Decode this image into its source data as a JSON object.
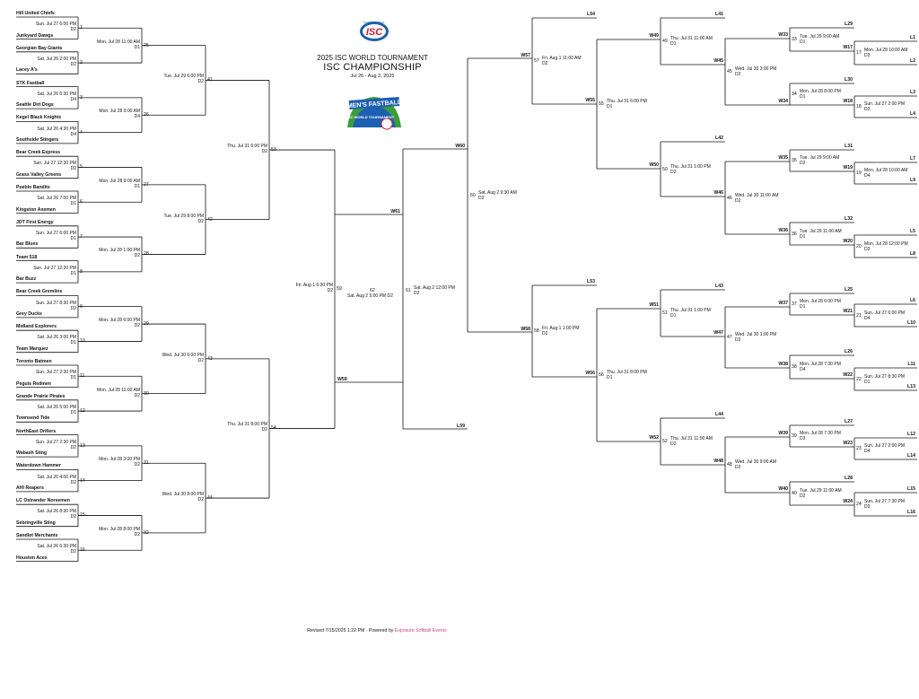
{
  "header": {
    "subtitle": "2025 ISC WORLD TOURNAMENT",
    "title": "ISC CHAMPIONSHIP",
    "dates": "Jul 26 - Aug 2, 2025"
  },
  "logos": {
    "top_text_1": "INTERNATIONAL",
    "top_text_2": "ISC",
    "main_text_1": "MEN'S FASTBALL",
    "main_text_2": "ISC WORLD TOURNAMENT"
  },
  "footer": {
    "revised": "Revised 7/15/2025 1:22 PM",
    "separator": " · Powered by ",
    "powered": "Exposure Softball Events"
  },
  "colors": {
    "line": "#111111",
    "accent": "#d0457e",
    "logo_red": "#cc2030",
    "logo_blue": "#1d5fb0",
    "logo_green": "#3a9d3a"
  },
  "teams": [
    "Hill United Chiefs",
    "Junkyard Dawgs",
    "Georgian Bay Giants",
    "Lacey A's",
    "STK Fastball",
    "Seattle Dirt Dogs",
    "Kegel Black Knights",
    "Southside Stingers",
    "Bear Creek Express",
    "Grass Valley Greens",
    "Pueblo Bandits",
    "Kingston Axemen",
    "JDT First Energy",
    "Bar Blues",
    "Team 518",
    "Bar Buzz",
    "Bear Creek Gremlins",
    "Grey Ducks",
    "Midland Explorers",
    "Team Marquez",
    "Toronto Batmen",
    "Peguis Redmen",
    "Grande Prairie Pirates",
    "Townsend Tide",
    "NorthEast Drillers",
    "Wabash Sting",
    "Waterdown Hammer",
    "AHI Reapers",
    "LC Ostrander Norsemen",
    "Sebringville Sting",
    "Sandlot Merchants",
    "Houston Aces"
  ],
  "r1": [
    {
      "num": "1",
      "time": "Sun. Jul 27 6:00 PM",
      "diamond": "D2"
    },
    {
      "num": "2",
      "time": "Sat. Jul 26 2:00 PM",
      "diamond": "D2"
    },
    {
      "num": "3",
      "time": "Sat. Jul 26 6:30 PM",
      "diamond": "D4"
    },
    {
      "num": "4",
      "time": "Sat. Jul 26 4:30 PM",
      "diamond": "D4"
    },
    {
      "num": "5",
      "time": "Sun. Jul 27 12:30 PM",
      "diamond": "D2"
    },
    {
      "num": "6",
      "time": "Sat. Jul 26 7:00 PM",
      "diamond": "D1"
    },
    {
      "num": "7",
      "time": "Sun. Jul 27 6:00 PM",
      "diamond": "D1"
    },
    {
      "num": "8",
      "time": "Sun. Jul 27 12:30 PM",
      "diamond": "D1"
    },
    {
      "num": "9",
      "time": "Sun. Jul 27 8:30 PM",
      "diamond": "D2"
    },
    {
      "num": "10",
      "time": "Sat. Jul 26 3:00 PM",
      "diamond": "D1"
    },
    {
      "num": "11",
      "time": "Sun. Jul 27 2:30 PM",
      "diamond": "D1"
    },
    {
      "num": "12",
      "time": "Sat. Jul 26 5:00 PM",
      "diamond": "D1"
    },
    {
      "num": "13",
      "time": "Sun. Jul 27 2:30 PM",
      "diamond": "D2"
    },
    {
      "num": "14",
      "time": "Sat. Jul 26 4:00 PM",
      "diamond": "D2"
    },
    {
      "num": "15",
      "time": "Sat. Jul 26 8:30 PM",
      "diamond": "D2"
    },
    {
      "num": "16",
      "time": "Sat. Jul 26 6:30 PM",
      "diamond": "D2"
    }
  ],
  "r2": [
    {
      "num": "25",
      "time": "Mon. Jul 28 11:00 AM",
      "diamond": "D1"
    },
    {
      "num": "26",
      "time": "Mon. Jul 28 9:00 AM",
      "diamond": "D4"
    },
    {
      "num": "27",
      "time": "Mon. Jul 28 9:00 AM",
      "diamond": "D1"
    },
    {
      "num": "28",
      "time": "Mon. Jul 28 1:00 PM",
      "diamond": "D2"
    },
    {
      "num": "29",
      "time": "Mon. Jul 28 6:00 PM",
      "diamond": "D2"
    },
    {
      "num": "30",
      "time": "Mon. Jul 28 11:00 AM",
      "diamond": "D2"
    },
    {
      "num": "31",
      "time": "Mon. Jul 28 3:00 PM",
      "diamond": "D2"
    },
    {
      "num": "32",
      "time": "Mon. Jul 28 8:00 PM",
      "diamond": "D2"
    }
  ],
  "r3": [
    {
      "num": "41",
      "time": "Tue. Jul 29 6:00 PM",
      "diamond": "D2"
    },
    {
      "num": "42",
      "time": "Tue. Jul 29 8:00 PM",
      "diamond": "D2"
    },
    {
      "num": "43",
      "time": "Wed. Jul 30 6:00 PM",
      "diamond": "D2"
    },
    {
      "num": "44",
      "time": "Wed. Jul 30 8:00 PM",
      "diamond": "D2"
    }
  ],
  "r4": [
    {
      "num": "53",
      "time": "Thu. Jul 31 6:00 PM",
      "diamond": "D2"
    },
    {
      "num": "54",
      "time": "Thu. Jul 31 8:00 PM",
      "diamond": "D2"
    }
  ],
  "r5": {
    "num": "59",
    "time": "Fri. Aug 1 6:30 PM",
    "diamond": "D2"
  },
  "g62": {
    "num": "62",
    "time": "Sat. Aug 2 5:00 PM D2"
  },
  "g61": {
    "num": "61",
    "time": "Sat. Aug 2 12:00 PM",
    "diamond": "D2"
  },
  "g60": {
    "num": "60",
    "time": "Sat. Aug 2 9:30 AM",
    "diamond": "D2"
  },
  "center_labels": {
    "w61": "W61",
    "w59": "W59",
    "w60": "W60",
    "l59": "L59"
  },
  "rb": {
    "g57": {
      "num": "57",
      "time": "Fri. Aug 1 11:00 AM",
      "diamond": "D2",
      "top": "L54",
      "bottom": "W55",
      "out": "W57"
    },
    "g58": {
      "num": "58",
      "time": "Fri. Aug 1 1:00 PM",
      "diamond": "D2",
      "top": "L53",
      "bottom": "W56",
      "out": "W58"
    },
    "g55": {
      "num": "55",
      "time": "Thu. Jul 31 6:00 PM",
      "diamond": "D1",
      "top": "W49",
      "bottom": "W50"
    },
    "g56": {
      "num": "56",
      "time": "Thu. Jul 31 8:00 PM",
      "diamond": "D1",
      "top": "W51",
      "bottom": "W52"
    },
    "g49": {
      "num": "49",
      "time": "Thu. Jul 31 11:00 AM",
      "diamond": "D1",
      "top": "L41",
      "bottom": "W45"
    },
    "g50": {
      "num": "50",
      "time": "Thu. Jul 31 1:00 PM",
      "diamond": "D2",
      "top": "L42",
      "bottom": "W46"
    },
    "g51": {
      "num": "51",
      "time": "Thu. Jul 31 1:00 PM",
      "diamond": "D1",
      "top": "L43",
      "bottom": "W47"
    },
    "g52": {
      "num": "52",
      "time": "Thu. Jul 31 11:00 AM",
      "diamond": "D2",
      "top": "L44",
      "bottom": "W48"
    },
    "g45": {
      "num": "45",
      "time": "Wed. Jul 30 3:00 PM",
      "diamond": "D2",
      "top": "W33",
      "bottom": "W34"
    },
    "g46": {
      "num": "46",
      "time": "Wed. Jul 30 11:00 AM",
      "diamond": "D2",
      "top": "W35",
      "bottom": "W36"
    },
    "g47": {
      "num": "47",
      "time": "Wed. Jul 30 1:00 PM",
      "diamond": "D2",
      "top": "W37",
      "bottom": "W38"
    },
    "g48": {
      "num": "48",
      "time": "Wed. Jul 30 9:00 AM",
      "diamond": "D2",
      "top": "W39",
      "bottom": "W40"
    },
    "g33": {
      "num": "33",
      "time": "Tue. Jul 29 9:00 AM",
      "diamond": "D1",
      "top": "L29",
      "bottom": "W17"
    },
    "g34": {
      "num": "34",
      "time": "Mon. Jul 28 8:00 PM",
      "diamond": "D1",
      "top": "L30",
      "bottom": "W18"
    },
    "g35": {
      "num": "35",
      "time": "Tue. Jul 29 9:00 AM",
      "diamond": "D2",
      "top": "L31",
      "bottom": "W19"
    },
    "g36": {
      "num": "36",
      "time": "Tue. Jul 29 11:00 AM",
      "diamond": "D1",
      "top": "L32",
      "bottom": "W20"
    },
    "g37": {
      "num": "37",
      "time": "Mon. Jul 28 6:00 PM",
      "diamond": "D1",
      "top": "L25",
      "bottom": "W21"
    },
    "g38": {
      "num": "38",
      "time": "Mon. Jul 28 7:30 PM",
      "diamond": "D4",
      "top": "L26",
      "bottom": "W22"
    },
    "g39": {
      "num": "39",
      "time": "Mon. Jul 28 7:30 PM",
      "diamond": "D3",
      "top": "L27",
      "bottom": "W23"
    },
    "g40": {
      "num": "40",
      "time": "Tue. Jul 29 11:00 AM",
      "diamond": "D2",
      "top": "L28",
      "bottom": "W24"
    },
    "g17": {
      "num": "17",
      "time": "Mon. Jul 28 10:00 AM",
      "diamond": "D3",
      "top": "L1",
      "bottom": "L2"
    },
    "g18": {
      "num": "18",
      "time": "Sun. Jul 27 2:00 PM",
      "diamond": "D3",
      "top": "L3",
      "bottom": "L4"
    },
    "g19": {
      "num": "19",
      "time": "Mon. Jul 28 10:00 AM",
      "diamond": "D4",
      "top": "L7",
      "bottom": "L9"
    },
    "g20": {
      "num": "20",
      "time": "Mon. Jul 28 12:00 PM",
      "diamond": "D3",
      "top": "L5",
      "bottom": "L8"
    },
    "g21": {
      "num": "21",
      "time": "Sun. Jul 27 6:00 PM",
      "diamond": "D4",
      "top": "L6",
      "bottom": "L10"
    },
    "g22": {
      "num": "22",
      "time": "Sun. Jul 27 8:30 PM",
      "diamond": "D1",
      "top": "L11",
      "bottom": "L13"
    },
    "g23": {
      "num": "23",
      "time": "Sun. Jul 27 2:00 PM",
      "diamond": "D4",
      "top": "L12",
      "bottom": "L14"
    },
    "g24": {
      "num": "24",
      "time": "Sun. Jul 27 7:30 PM",
      "diamond": "D3",
      "top": "L15",
      "bottom": "L16"
    }
  }
}
